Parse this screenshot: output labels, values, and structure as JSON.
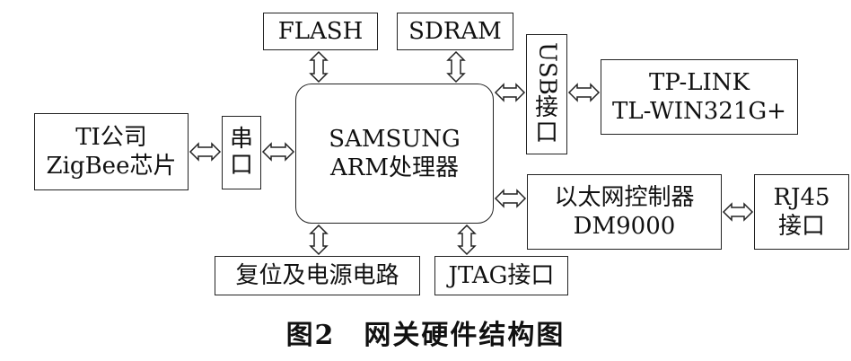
{
  "blocks": {
    "flash": "FLASH",
    "sdram": "SDRAM",
    "usb_latin": "USB",
    "usb_cn_1": "接",
    "usb_cn_2": "口",
    "tplink_1": "TP-LINK",
    "tplink_2": "TL-WIN321G+",
    "ti_1": "TI公司",
    "ti_2": "ZigBee芯片",
    "serial_1": "串",
    "serial_2": "口",
    "cpu_1": "SAMSUNG",
    "cpu_2": "ARM处理器",
    "eth_1": "以太网控制器",
    "eth_2": "DM9000",
    "rj45_1": "RJ45",
    "rj45_2": "接口",
    "power": "复位及电源电路",
    "jtag": "JTAG接口"
  },
  "caption": "图2　网关硬件结构图"
}
